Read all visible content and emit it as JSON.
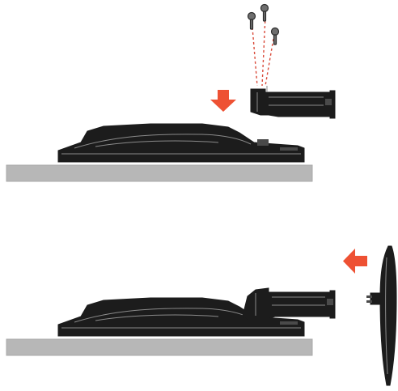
{
  "diagram": {
    "colors": {
      "background": "#ffffff",
      "surface": "#b7b7b7",
      "surface_edge": "#a9a9a9",
      "stand_body": "#1c1c1c",
      "stand_highlight": "#4a4a4a",
      "stand_line": "#8a8a8a",
      "screw": "#6e6e6e",
      "screw_outline": "#2b2b2b",
      "arrow": "#ee5133",
      "dashed_line": "#d94a3a"
    },
    "step1": {
      "items": [
        "table-surface",
        "stand-base",
        "stand-neck",
        "screws",
        "down-arrow"
      ],
      "screw_count": 3
    },
    "step2": {
      "items": [
        "table-surface",
        "stand-base",
        "stand-neck-attached",
        "monitor-side-view",
        "left-arrow"
      ]
    }
  }
}
